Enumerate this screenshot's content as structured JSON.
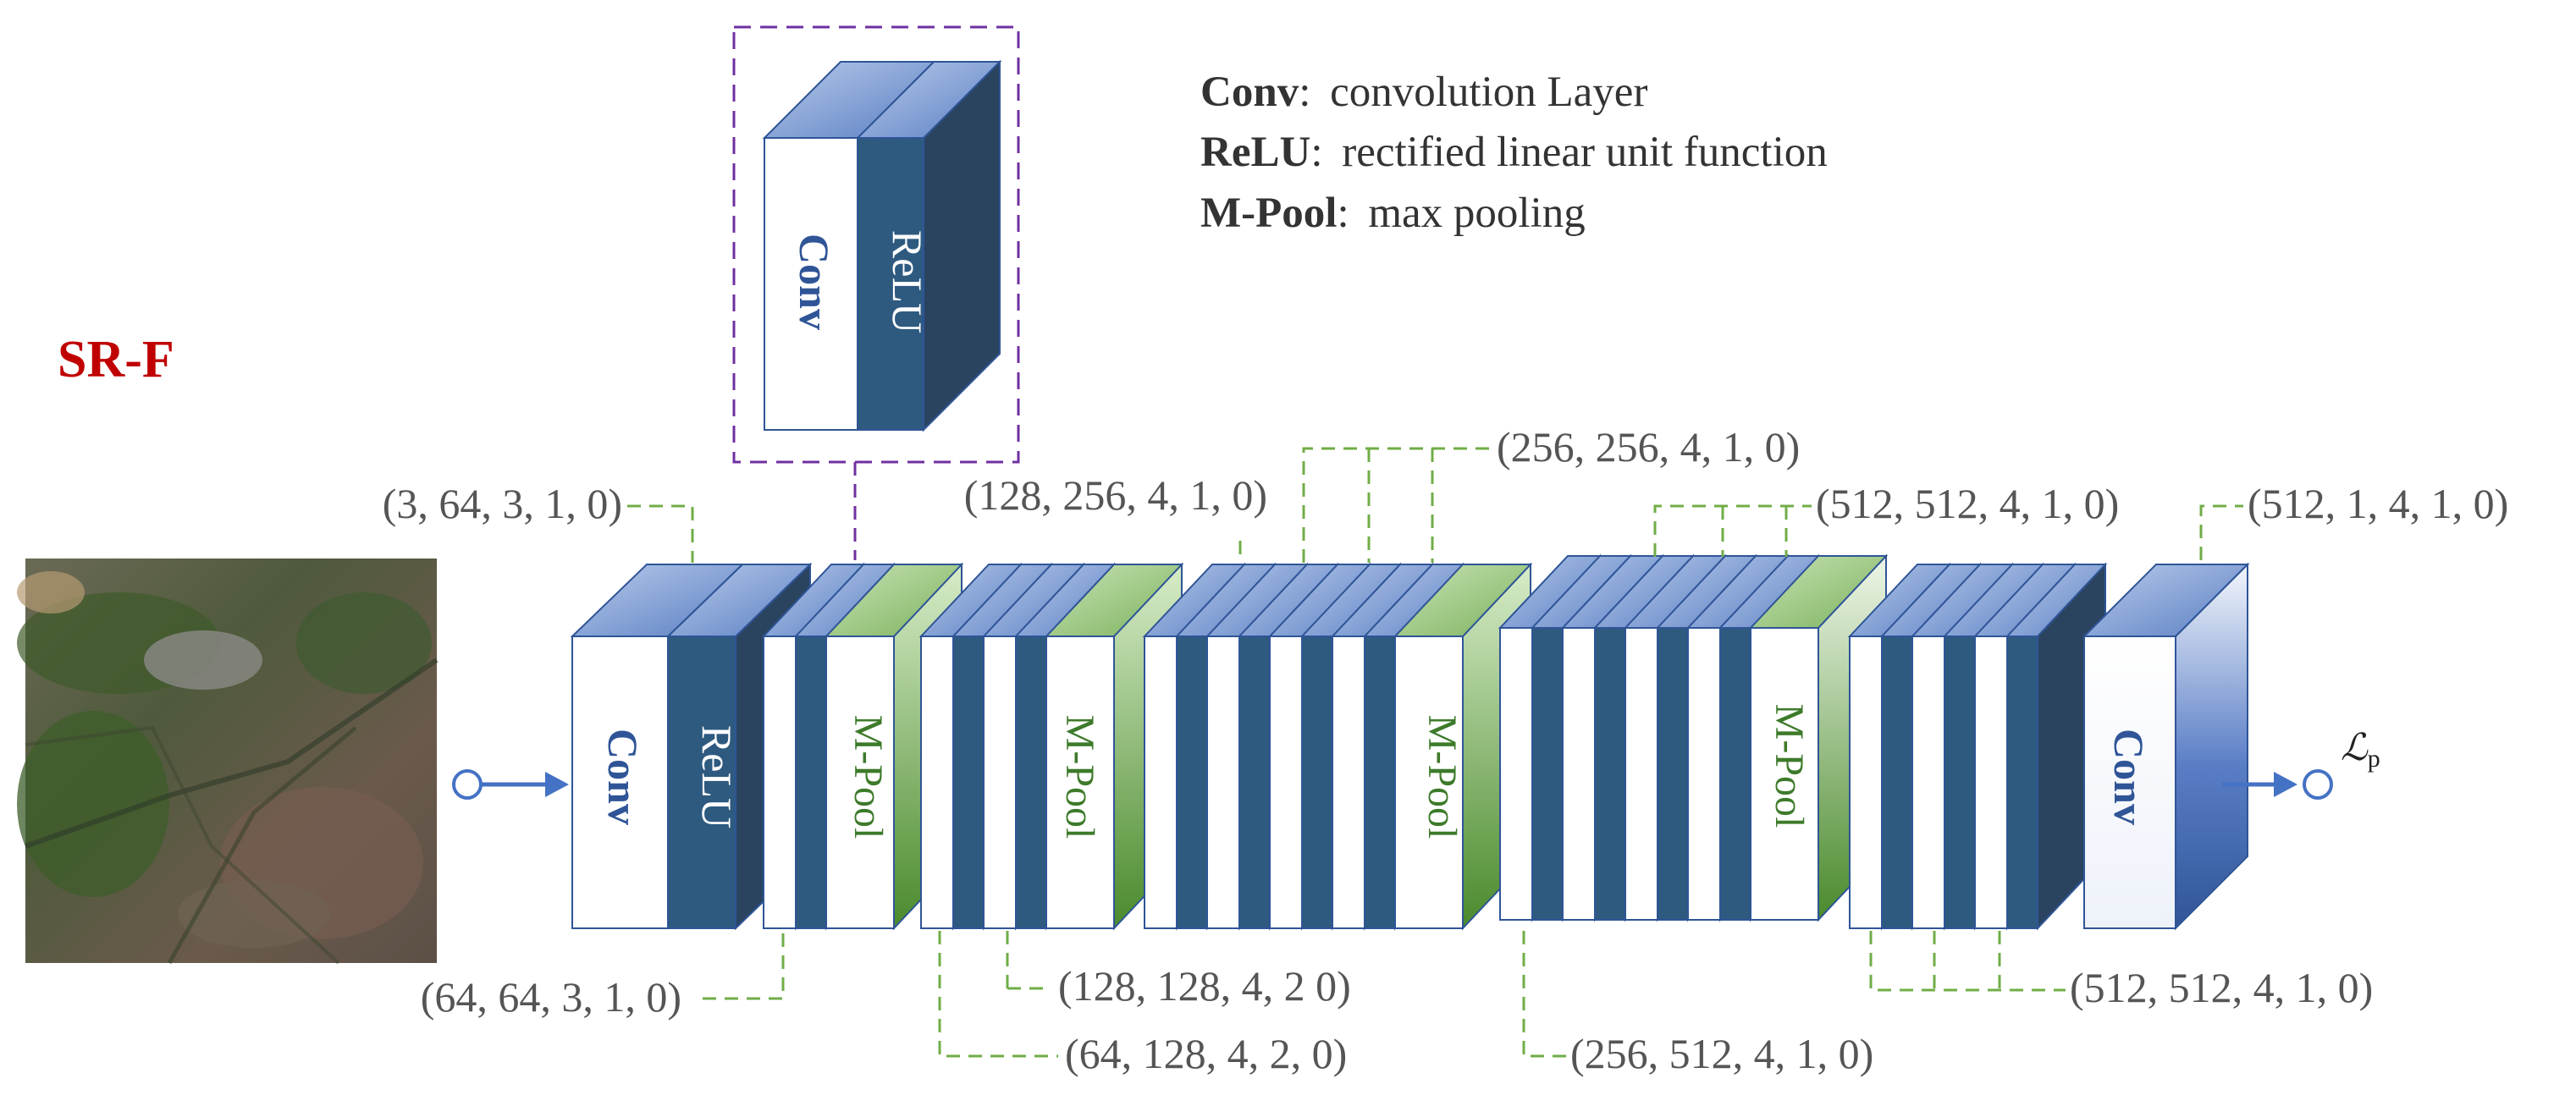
{
  "title": "SR-F",
  "legend": [
    {
      "term": "Conv",
      "desc": "convolution Layer"
    },
    {
      "term": "ReLU",
      "desc": "rectified linear unit function"
    },
    {
      "term": "M-Pool",
      "desc": "max pooling"
    }
  ],
  "labels": {
    "conv": "Conv",
    "relu": "ReLU",
    "mpool": "M-Pool",
    "loss": "ℒ",
    "loss_sub": "p"
  },
  "params": {
    "p1": "(3, 64, 3, 1, 0)",
    "p2": "(64, 64, 3, 1, 0)",
    "p3": "(128, 256, 4, 1, 0)",
    "p4": "(128, 128, 4, 2 0)",
    "p5": "(64, 128, 4, 2, 0)",
    "p6": "(256, 256, 4, 1, 0)",
    "p7": "(256, 512, 4, 1, 0)",
    "p8": "(512, 512, 4, 1, 0)",
    "p9": "(512, 1, 4, 1, 0)",
    "p10": "(512, 512, 4, 1, 0)"
  },
  "colors": {
    "conv_blue": "#2f5597",
    "relu_dark": "#2e5a80",
    "pool_green": "#70ad47",
    "dash_green": "#70ad47",
    "dash_purple": "#7030a0",
    "title_red": "#c00000"
  }
}
